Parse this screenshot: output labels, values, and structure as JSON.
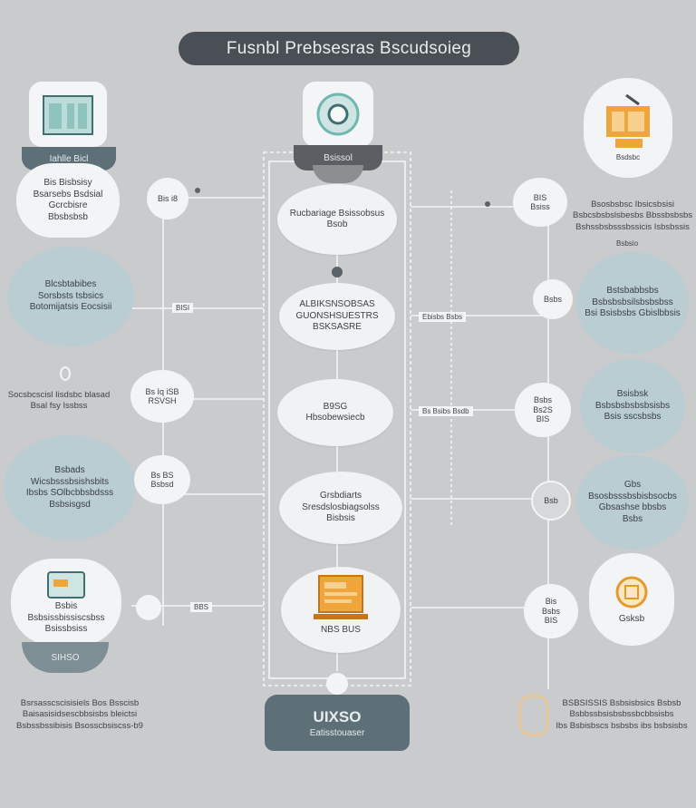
{
  "title": "Fusnbl Prebsesras Bscudsoieg",
  "center": {
    "top_band": "Bsissol",
    "cloud1": [
      "Rucbariage Bsissobsus",
      "Bsob"
    ],
    "cloud2": [
      "ALBIKSNSOBSAS",
      "GUONSHSUESTRS BSKSASRE"
    ],
    "cloud3": [
      "B9SG",
      "Hbsobewsiecb"
    ],
    "cloud4": [
      "Grsbdiarts",
      "Sresdslosbiagsolss",
      "Bisbsis"
    ],
    "cloud5": "NBS BUS",
    "bottom_title": "UIXSO",
    "bottom_sub": "Eatisstouaser"
  },
  "left": {
    "top_band": "Iahlle Bicl",
    "top_lines": [
      "Bis Bisbsisy",
      "Bsarsebs Bsdsial Gcrcbisre",
      "Bbsbsbsb"
    ],
    "node1": "Bis i8",
    "blob2": [
      "Blcsbtabibes",
      "Sorsbsts tsbsics",
      "Botomijatsis Eocsisii"
    ],
    "mini2": "BISI",
    "text3": [
      "Socsbcscisl Iisdsbc blasad",
      "Bsal fsy Issbss"
    ],
    "node3": [
      "Bs Iq iSB",
      "RSVSH"
    ],
    "blob4": [
      "Bsbads",
      "Wicsbsssbsishsbits",
      "Ibsbs SOlbcbbsbdsss",
      "Bsbsisgsd"
    ],
    "node4": [
      "Bs BS",
      "Bsbsd"
    ],
    "card5_lines": [
      "Bsbis",
      "Bsbsissbissiscsbss",
      "Bsissbsiss"
    ],
    "card5_band": "SIHSO",
    "mini5": "BBS",
    "bottom_text": [
      "Bsrsasscscisisiels Bos Bsscisb",
      "Baisasisidsescbbsisbs bleictsi",
      "Bsbssbssibisis Bsosscbsiscss-b9"
    ]
  },
  "right": {
    "card1_price": "Bsdsbc",
    "text1": [
      "Bsosbsbsc Ibsicsbsisi",
      "Bsbcsbsbslsbesbs Bbssbsbsbs",
      "Bshssbsbsssbssicis Isbsbssis"
    ],
    "sub1": "Bsbsio",
    "node1": [
      "BIS",
      "Bsiss"
    ],
    "node2": "Bsbs",
    "blob2": [
      "Bstsbabbsbs",
      "Bsbsbsbsilsbsbsbss",
      "Bsi Bsisbsbs Gbislbbsis"
    ],
    "mini2": "Ebisbs Bsbs",
    "node3": [
      "Bsbs",
      "Bs2S",
      "BIS"
    ],
    "blob3": [
      "Bsisbsk",
      "Bsbsbsbsbsbsisbs",
      "Bsis sscsbsbs"
    ],
    "mini3": "Bs Bsibs Bsdb",
    "node4": "Bsb",
    "blob4": [
      "Gbs",
      "Bsosbsssbsbisbsocbs",
      "Gbsashse bbsbs",
      "Bsbs"
    ],
    "node5": [
      "Bis",
      "Bsbs",
      "BIS"
    ],
    "card5_label": "Gsksb",
    "bottom_text": [
      "BSBSISSIS Bsbsisbsics Bsbsb",
      "Bsbbssbsisbsbssbcbbsisbs",
      "Ibs Bsbisbscs bsbsbs ibs bsbsisbs"
    ]
  },
  "colors": {
    "background": "#c9cbcd",
    "teal": "#b9cdd2",
    "band": "#5d7077",
    "orange": "#f0a53b",
    "dark": "#4a4f55"
  }
}
